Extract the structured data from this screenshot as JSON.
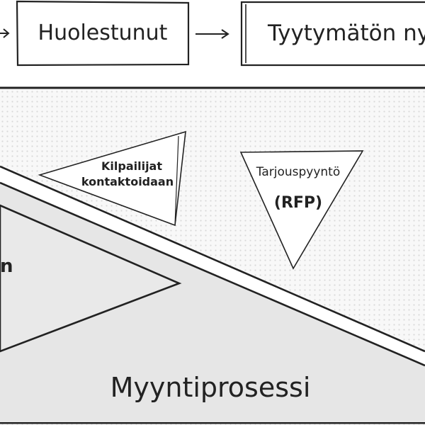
{
  "flow": {
    "step_worried": "Huolestunut",
    "step_dissatisfied": "Tyytymätön nyk"
  },
  "diagram": {
    "competitors_line1": "Kilpailijat",
    "competitors_line2": "kontaktoidaan",
    "rfp_line1": "Tarjouspyyntö",
    "rfp_line2": "(RFP)",
    "left_partial_text": "n",
    "sales_process": "Myyntiprosessi"
  },
  "colors": {
    "ink": "#222222",
    "panel_bg": "#f7f7f7",
    "wedge_fill": "#e6e6e6",
    "dot": "#dcdcdc"
  }
}
